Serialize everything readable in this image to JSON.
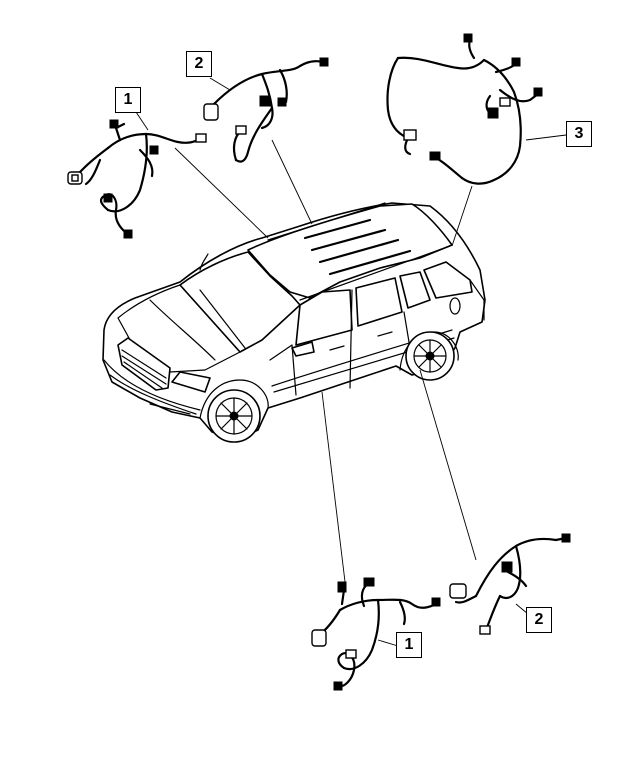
{
  "callouts": [
    {
      "id": "callout-1-top",
      "label": "1"
    },
    {
      "id": "callout-2-top",
      "label": "2"
    },
    {
      "id": "callout-3",
      "label": "3"
    },
    {
      "id": "callout-1-bottom",
      "label": "1"
    },
    {
      "id": "callout-2-bottom",
      "label": "2"
    }
  ]
}
